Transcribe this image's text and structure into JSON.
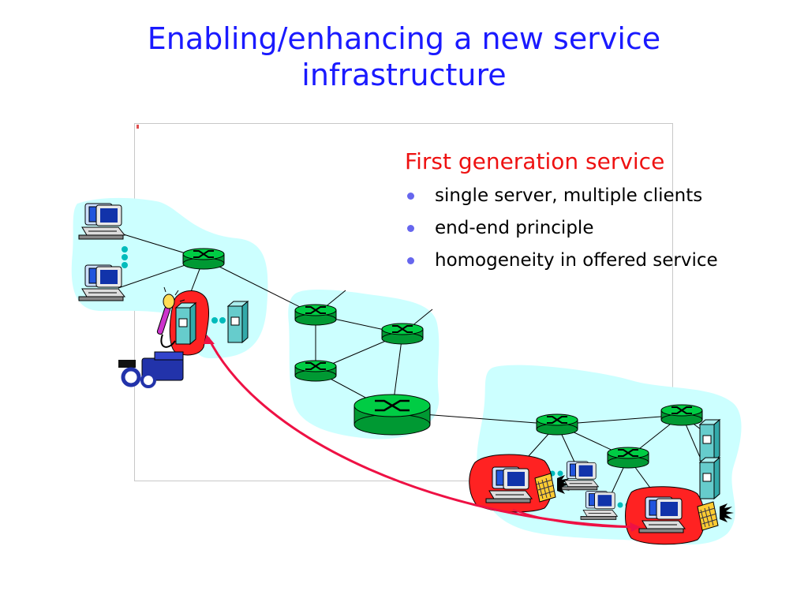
{
  "title": {
    "line1": "Enabling/enhancing a new service",
    "line2": "infrastructure"
  },
  "section": {
    "heading": "First generation service",
    "bullets": [
      "single server, multiple clients",
      "end-end principle",
      "homogeneity in offered service"
    ]
  },
  "colors": {
    "title": "#1a1aff",
    "heading": "#ee1111",
    "bullet_dot": "#6666ee",
    "network_cloud": "#ccffff",
    "router": "#00cc44",
    "highlight": "#ff2222",
    "path_arrow": "#ee1144",
    "server": "#66cccc"
  },
  "icons": [
    "router-icon",
    "workstation-icon",
    "server-icon",
    "microphone-icon",
    "video-camera-icon",
    "speaker-icon"
  ]
}
